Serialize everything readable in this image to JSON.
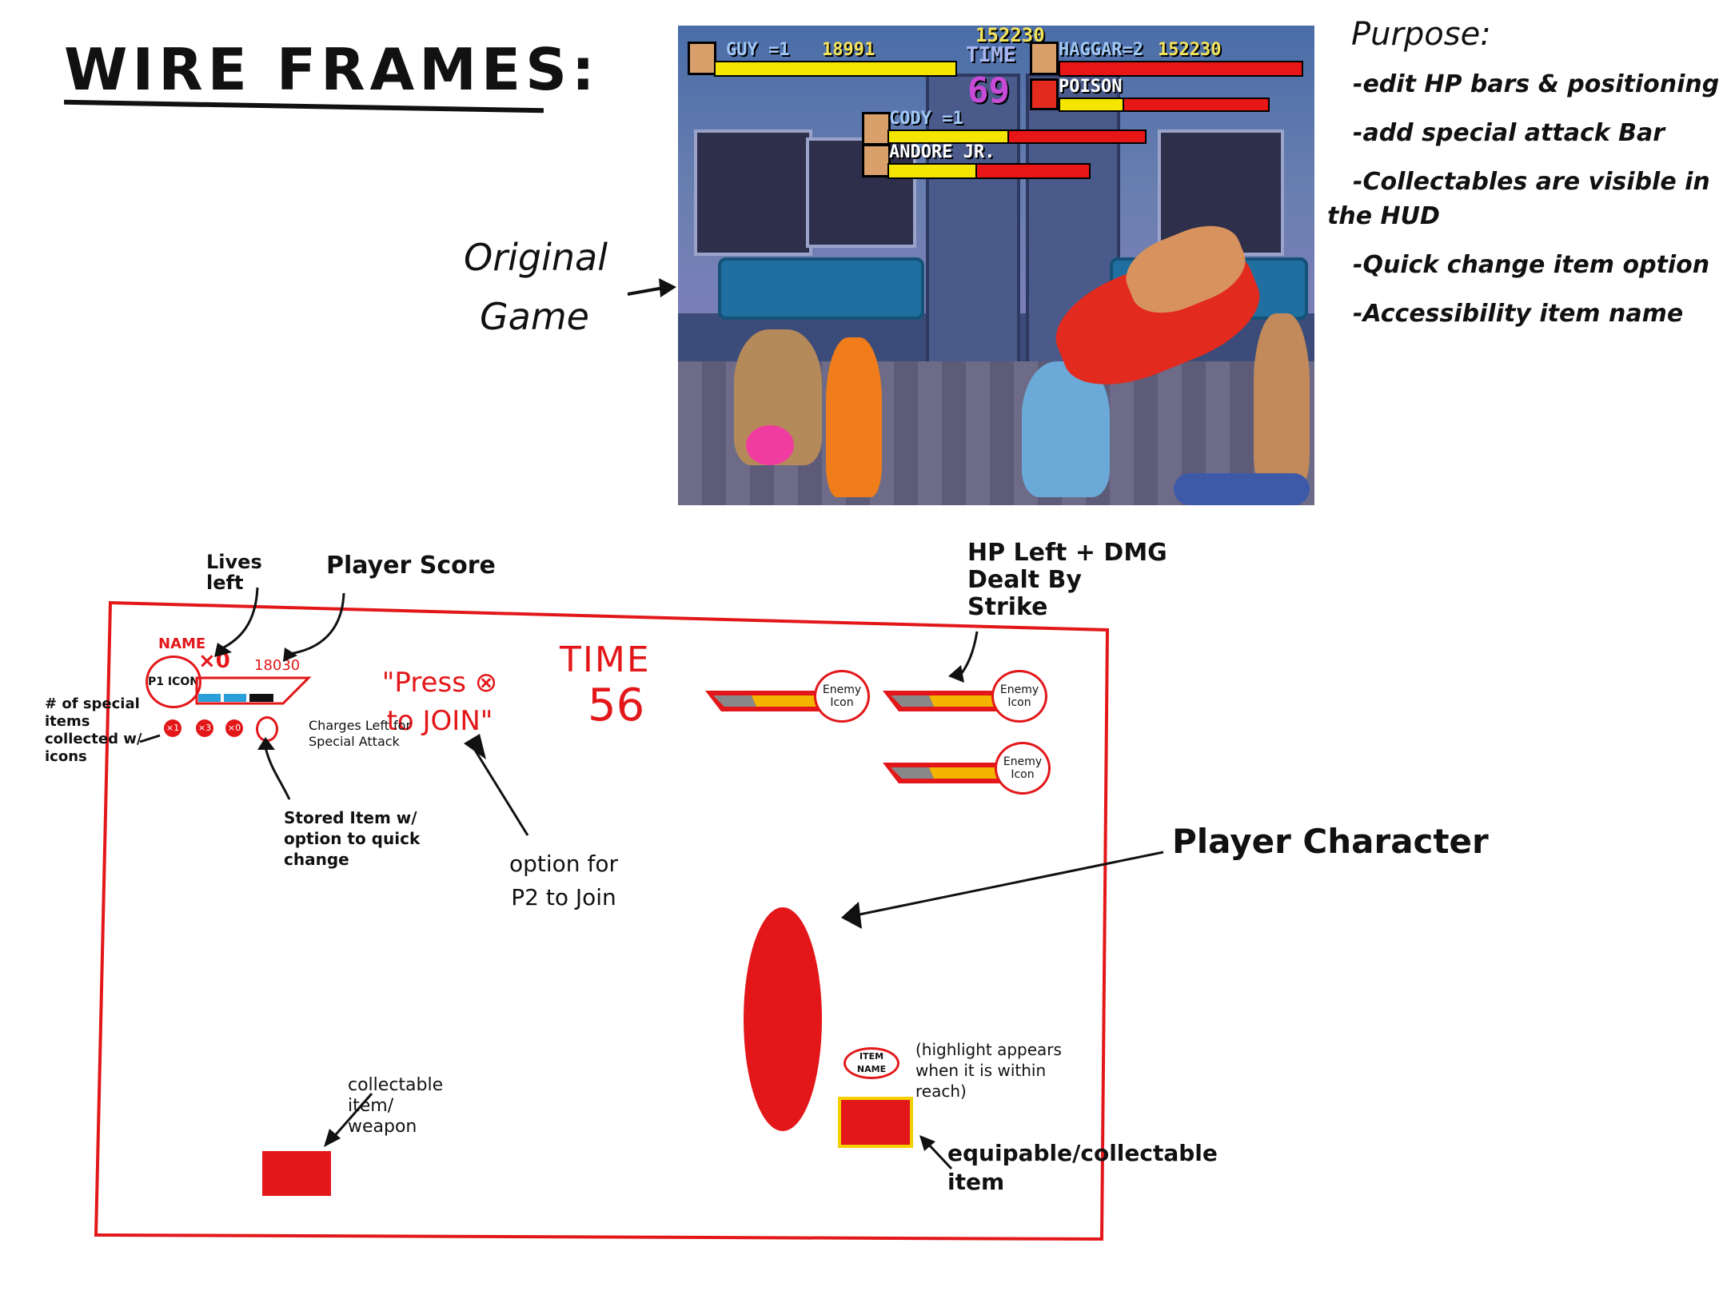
{
  "title": "WIRE FRAMES:",
  "original_label": [
    "Original",
    "Game"
  ],
  "purpose": {
    "heading": "Purpose:",
    "items": [
      "-edit HP bars & positioning",
      "-add special attack Bar",
      "-Collectables are visible in",
      "the HUD",
      "-Quick change item option",
      "-Accessibility item name"
    ]
  },
  "game": {
    "hi_score": "152230",
    "p1_name": "GUY =1",
    "p1_score": "18991",
    "time_label": "TIME",
    "time_value": "69",
    "p2_name": "HAGGAR=2",
    "p2_score": "152230",
    "enemy1": "POISON",
    "cody_label": "CODY =1",
    "enemy2": "ANDORE JR."
  },
  "wireframe": {
    "name_label": "NAME",
    "p1_icon": "P1 ICON",
    "lives": "×0",
    "score": "18030",
    "press_join": "\"Press ⊗ to JOIN\"",
    "time_label": "TIME",
    "time_value": "56",
    "enemy_icon": "Enemy Icon",
    "item_name": "ITEM NAME",
    "special_counts": [
      "×1",
      "×3",
      "×0"
    ],
    "annotations": {
      "lives_left": "Lives left",
      "player_score": "Player Score",
      "special_items": "# of special items collected w/ icons",
      "charges": "Charges Left for Special Attack",
      "stored_item": "Stored Item w/ option to quick change",
      "p2_join": "option for P2 to Join",
      "hp_left": "HP Left + DMG Dealt By Strike",
      "player_character": "Player Character",
      "highlight": "(highlight appears when it is within reach)",
      "collectable": "collectable item/ weapon",
      "equipable": "equipable/collectable item"
    }
  },
  "colors": {
    "accent": "#e3171a",
    "hp_yellow": "#f4b400",
    "hp_grey": "#888888",
    "special_blue": "#2a9fd8"
  }
}
